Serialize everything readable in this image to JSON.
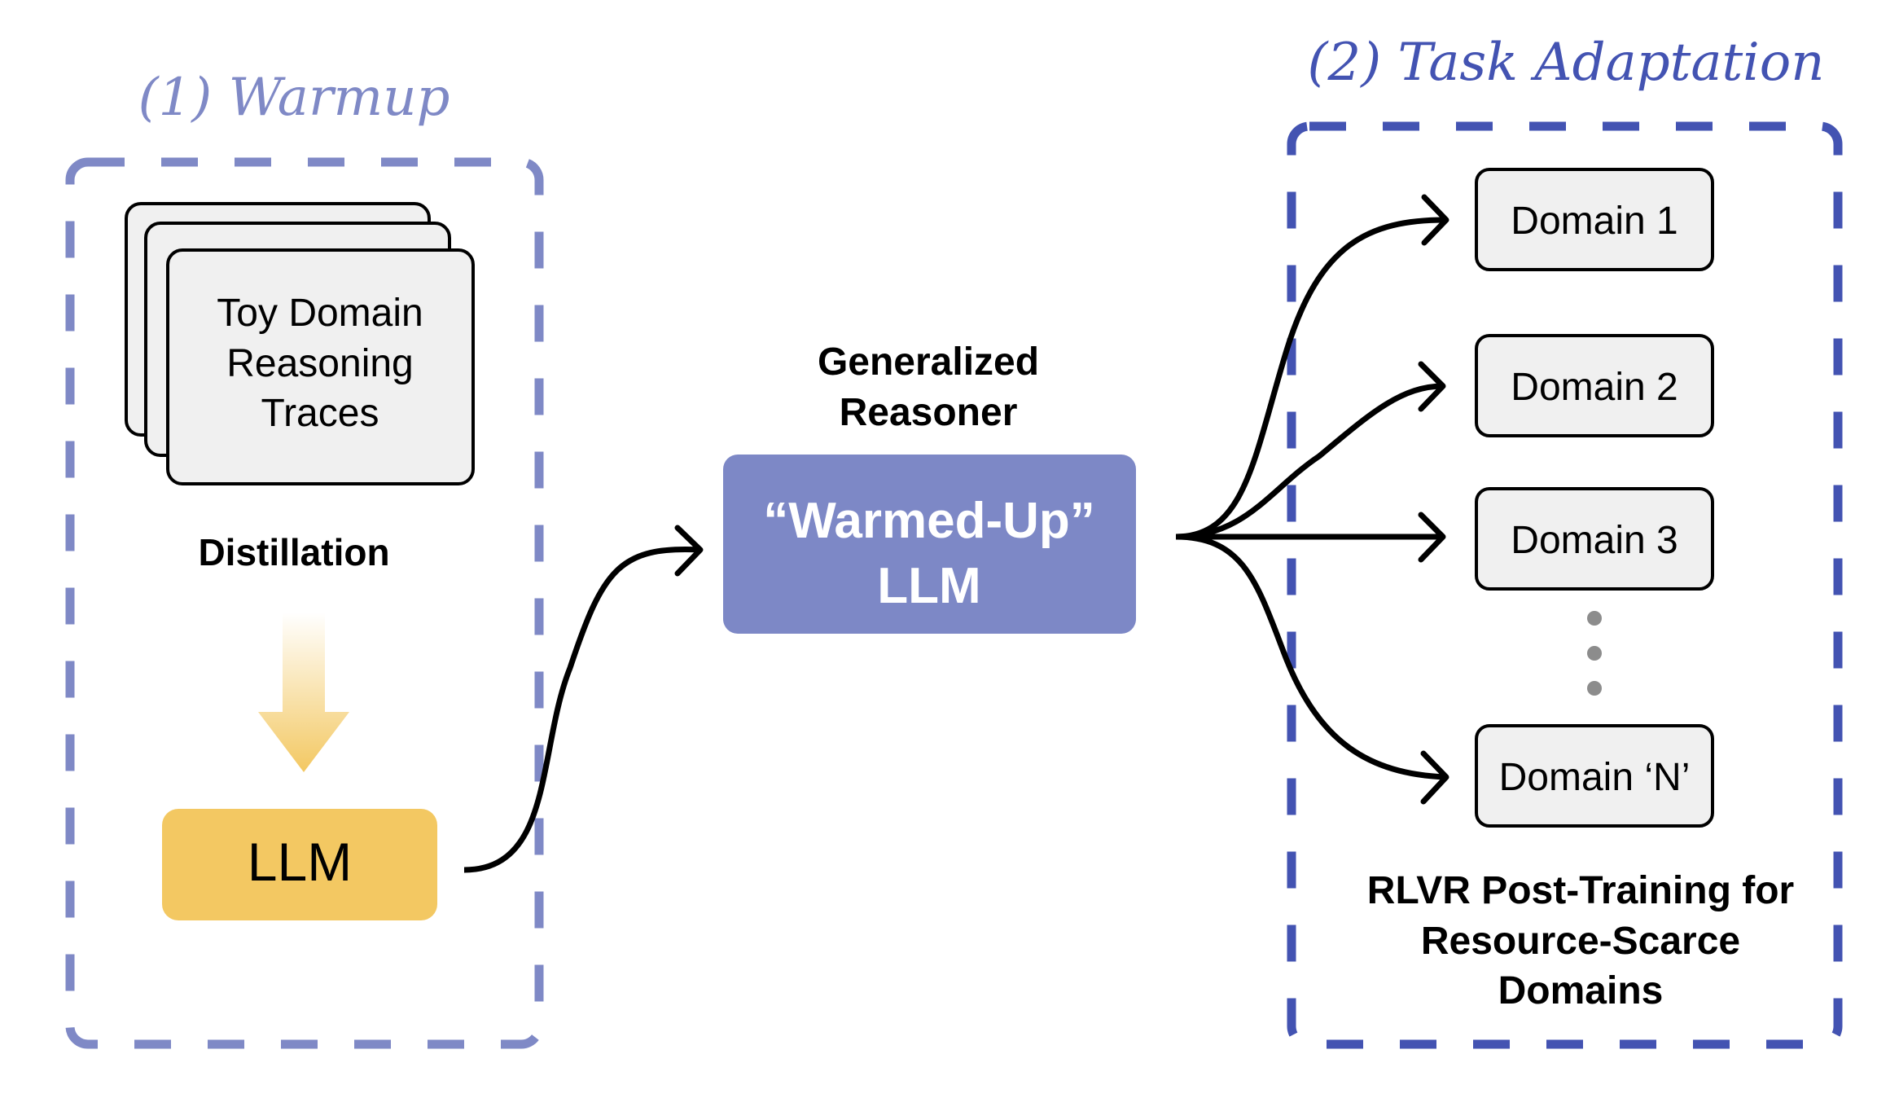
{
  "warmup": {
    "title": "(1) Warmup",
    "traces_card": {
      "line1": "Toy Domain",
      "line2": "Reasoning",
      "line3": "Traces"
    },
    "process_label": "Distillation",
    "model_label": "LLM"
  },
  "center": {
    "caption_line1": "Generalized",
    "caption_line2": "Reasoner",
    "model_line1": "“Warmed-Up”",
    "model_line2": "LLM"
  },
  "adaptation": {
    "title": "(2) Task Adaptation",
    "domains": [
      {
        "label": "Domain 1"
      },
      {
        "label": "Domain 2"
      },
      {
        "label": "Domain 3"
      },
      {
        "label": "Domain ‘N’"
      }
    ],
    "ellipsis_count": 3,
    "caption_line1": "RLVR Post-Training for",
    "caption_line2": "Resource-Scarce",
    "caption_line3": "Domains"
  },
  "colors": {
    "warmup_accent": "#7f89c6",
    "adaptation_accent": "#4353b2",
    "llm_yellow": "#f3c862",
    "warmed_box": "#7d88c6",
    "card_fill": "#f0f0f0",
    "dots": "#8c8c8c"
  }
}
